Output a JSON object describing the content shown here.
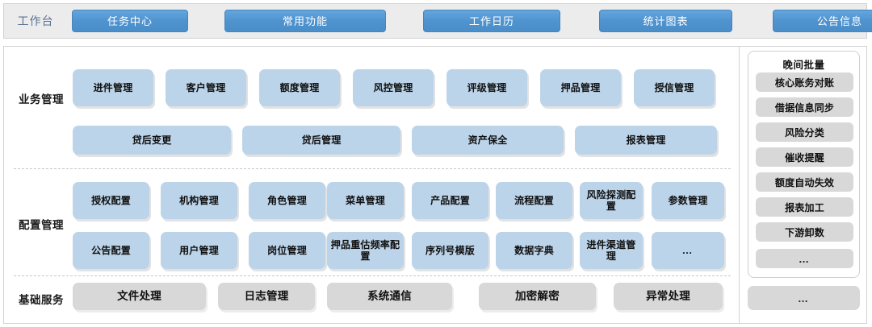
{
  "top_bar": {
    "workbench_label": "工作台",
    "buttons": [
      {
        "label": "任务中心"
      },
      {
        "label": "常用功能"
      },
      {
        "label": "工作日历"
      },
      {
        "label": "统计图表"
      },
      {
        "label": "公告信息"
      }
    ],
    "accent_color": "#4f93cf",
    "background_color": "#ececed"
  },
  "sections": [
    {
      "id": "business",
      "label": "业务管理",
      "tile_color": "#bcd4ea",
      "rows": [
        {
          "tiles": [
            {
              "label": "进件管理"
            },
            {
              "label": "客户管理"
            },
            {
              "label": "额度管理"
            },
            {
              "label": "风控管理"
            },
            {
              "label": "评级管理"
            },
            {
              "label": "押品管理"
            },
            {
              "label": "授信管理"
            }
          ]
        },
        {
          "tiles": [
            {
              "label": "贷后变更"
            },
            {
              "label": "贷后管理"
            },
            {
              "label": "资产保全"
            },
            {
              "label": "报表管理"
            }
          ]
        }
      ]
    },
    {
      "id": "config",
      "label": "配置管理",
      "tile_color": "#bcd4ea",
      "rows": [
        {
          "tiles": [
            {
              "label": "授权配置"
            },
            {
              "label": "机构管理"
            },
            {
              "label": "角色管理"
            },
            {
              "label": "菜单管理"
            },
            {
              "label": "产品配置"
            },
            {
              "label": "流程配置"
            },
            {
              "label": "风险探测配置"
            },
            {
              "label": "参数管理"
            }
          ]
        },
        {
          "tiles": [
            {
              "label": "公告配置"
            },
            {
              "label": "用户管理"
            },
            {
              "label": "岗位管理"
            },
            {
              "label": "押品重估频率配置"
            },
            {
              "label": "序列号模版"
            },
            {
              "label": "数据字典"
            },
            {
              "label": "进件渠道管理"
            },
            {
              "label": "…"
            }
          ]
        }
      ]
    },
    {
      "id": "base",
      "label": "基础服务",
      "tile_color": "#d8d8d8",
      "rows": [
        {
          "tiles": [
            {
              "label": "文件处理"
            },
            {
              "label": "日志管理"
            },
            {
              "label": "系统通信"
            },
            {
              "label": "加密解密"
            },
            {
              "label": "异常处理"
            }
          ]
        }
      ]
    }
  ],
  "sidebar": {
    "title": "晚间批量",
    "items": [
      {
        "label": "核心账务对账"
      },
      {
        "label": "借据信息同步"
      },
      {
        "label": "风险分类"
      },
      {
        "label": "催收提醒"
      },
      {
        "label": "额度自动失效"
      },
      {
        "label": "报表加工"
      },
      {
        "label": "下游卸数"
      },
      {
        "label": "…"
      }
    ],
    "item_color": "#d8d8d8"
  },
  "bottom_right_more": {
    "label": "…"
  }
}
